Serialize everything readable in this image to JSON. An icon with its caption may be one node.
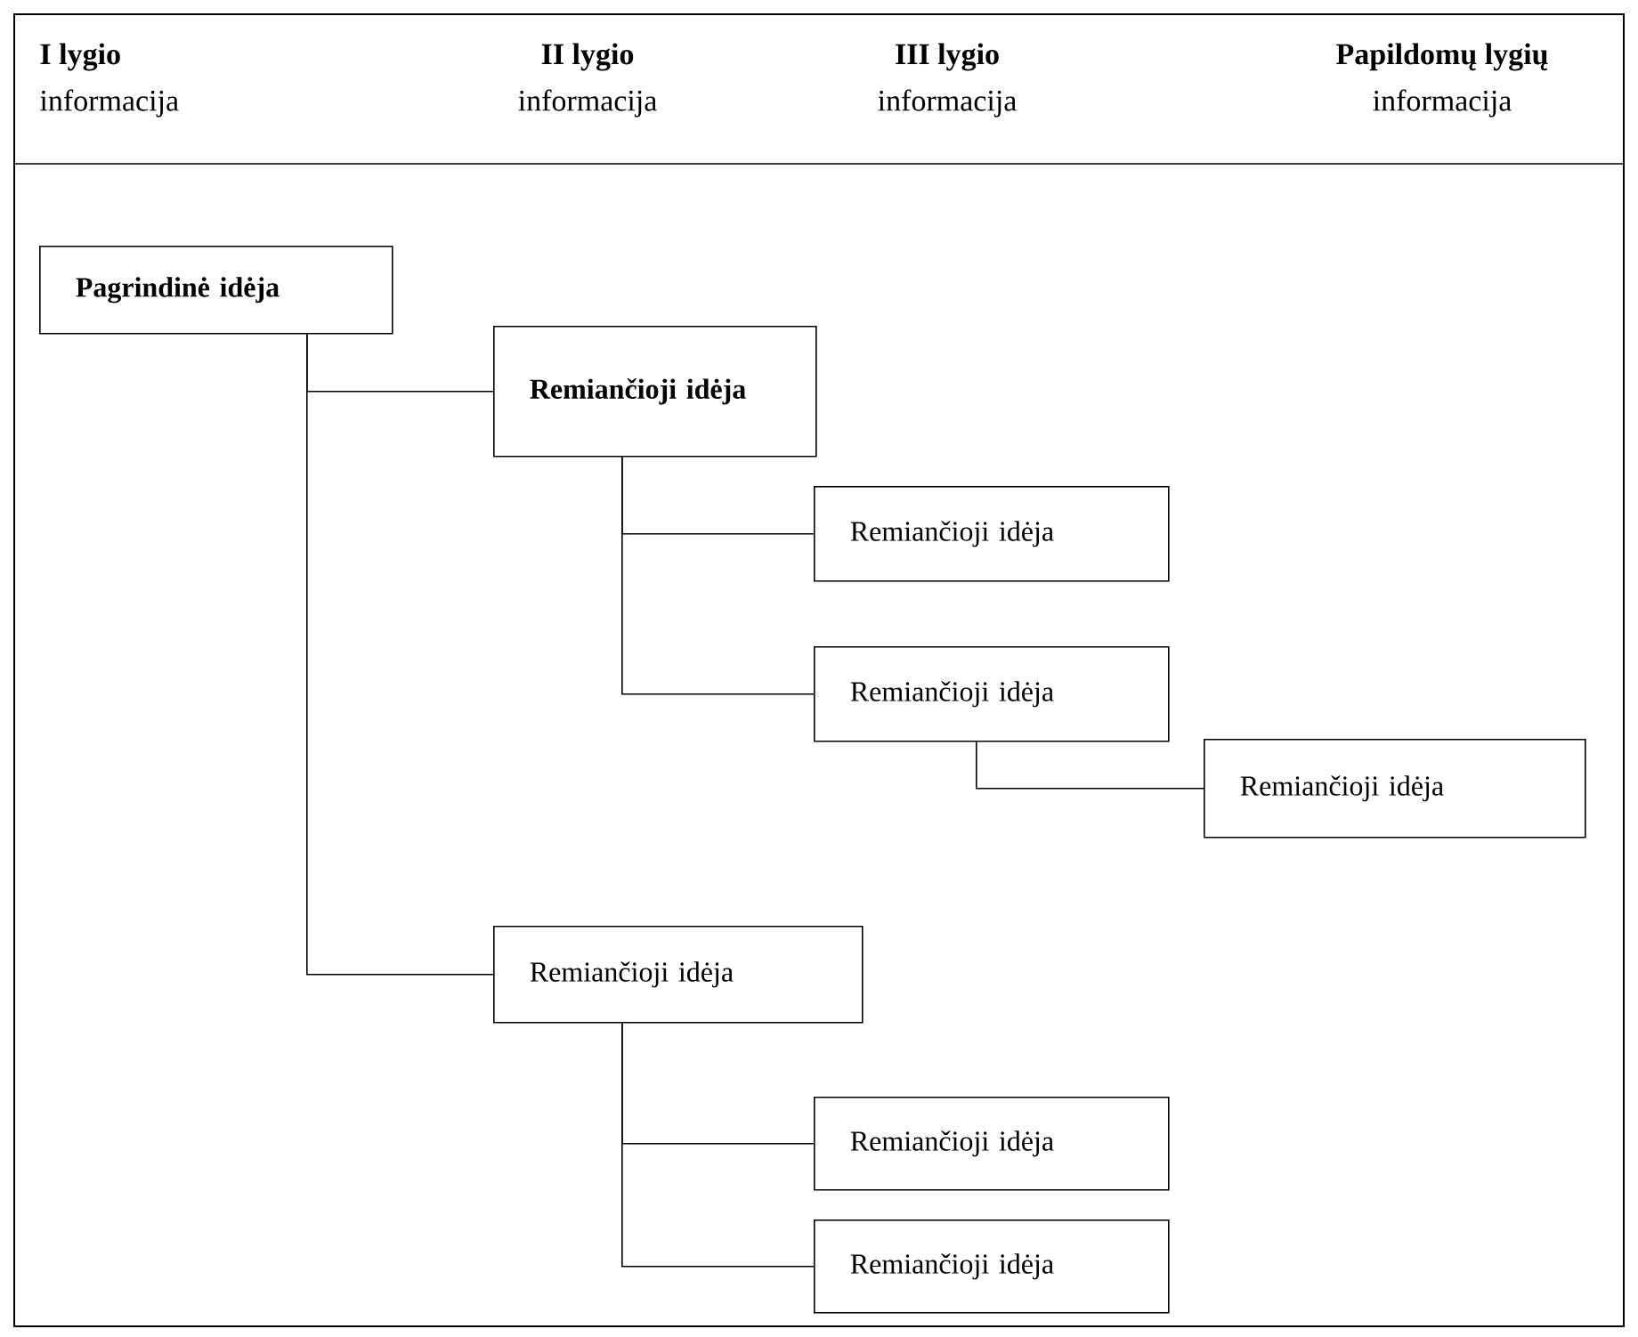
{
  "diagram": {
    "nodes": [
      {
        "text": [
          "Pagrindinė idėja"
        ]
      },
      {
        "text": [
          "Remiančioji idėja"
        ]
      },
      {
        "text": [
          "Remiančioji idėja"
        ]
      },
      {
        "text": [
          "Remiančioji idėja"
        ]
      },
      {
        "text": [
          "Remiančioji idėja"
        ]
      },
      {
        "text": [
          "Remiančioji idėja"
        ]
      },
      {
        "text": [
          "Remiančioji idėja"
        ]
      },
      {
        "text": [
          "Remiančioji idėja"
        ]
      }
    ],
    "edges": [
      {
        "from": 0,
        "to": 1,
        "arrow": "none"
      },
      {
        "from": 0,
        "to": 5,
        "arrow": "none"
      },
      {
        "from": 1,
        "to": 2,
        "arrow": "none"
      },
      {
        "from": 1,
        "to": 3,
        "arrow": "none"
      },
      {
        "from": 3,
        "to": 4,
        "arrow": "none"
      },
      {
        "from": 5,
        "to": 6,
        "arrow": "none"
      },
      {
        "from": 5,
        "to": 7,
        "arrow": "none"
      }
    ],
    "labels": [
      "I lygio",
      "informacija",
      "II lygio",
      "informacija",
      "III lygio",
      "informacija",
      "Papildomų lygių",
      "informacija"
    ]
  }
}
